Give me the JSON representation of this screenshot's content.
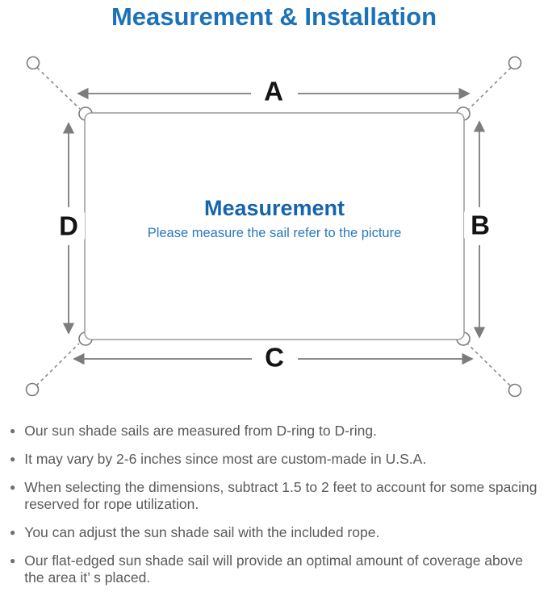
{
  "page": {
    "title": "Measurement & Installation"
  },
  "diagram": {
    "labels": {
      "a": "A",
      "b": "B",
      "c": "C",
      "d": "D"
    },
    "center_title": "Measurement",
    "center_subtitle": "Please measure the sail refer to the picture"
  },
  "notes": {
    "bullet_glyph": "●",
    "items": [
      "Our sun shade sails are measured from D-ring to D-ring.",
      "It may vary by 2-6 inches since most are custom-made in U.S.A.",
      "When selecting the dimensions, subtract 1.5 to 2 feet to account for some spacing reserved for rope utilization.",
      "You can adjust the sun shade sail with the included rope.",
      "Our flat-edged sun shade sail will provide an optimal amount of coverage above the area it’ s placed."
    ]
  },
  "colors": {
    "accent_blue": "#1b72ba",
    "center_blue": "#1465ad",
    "text_gray": "#5a5a5a",
    "line_gray": "#7c7c7c"
  }
}
